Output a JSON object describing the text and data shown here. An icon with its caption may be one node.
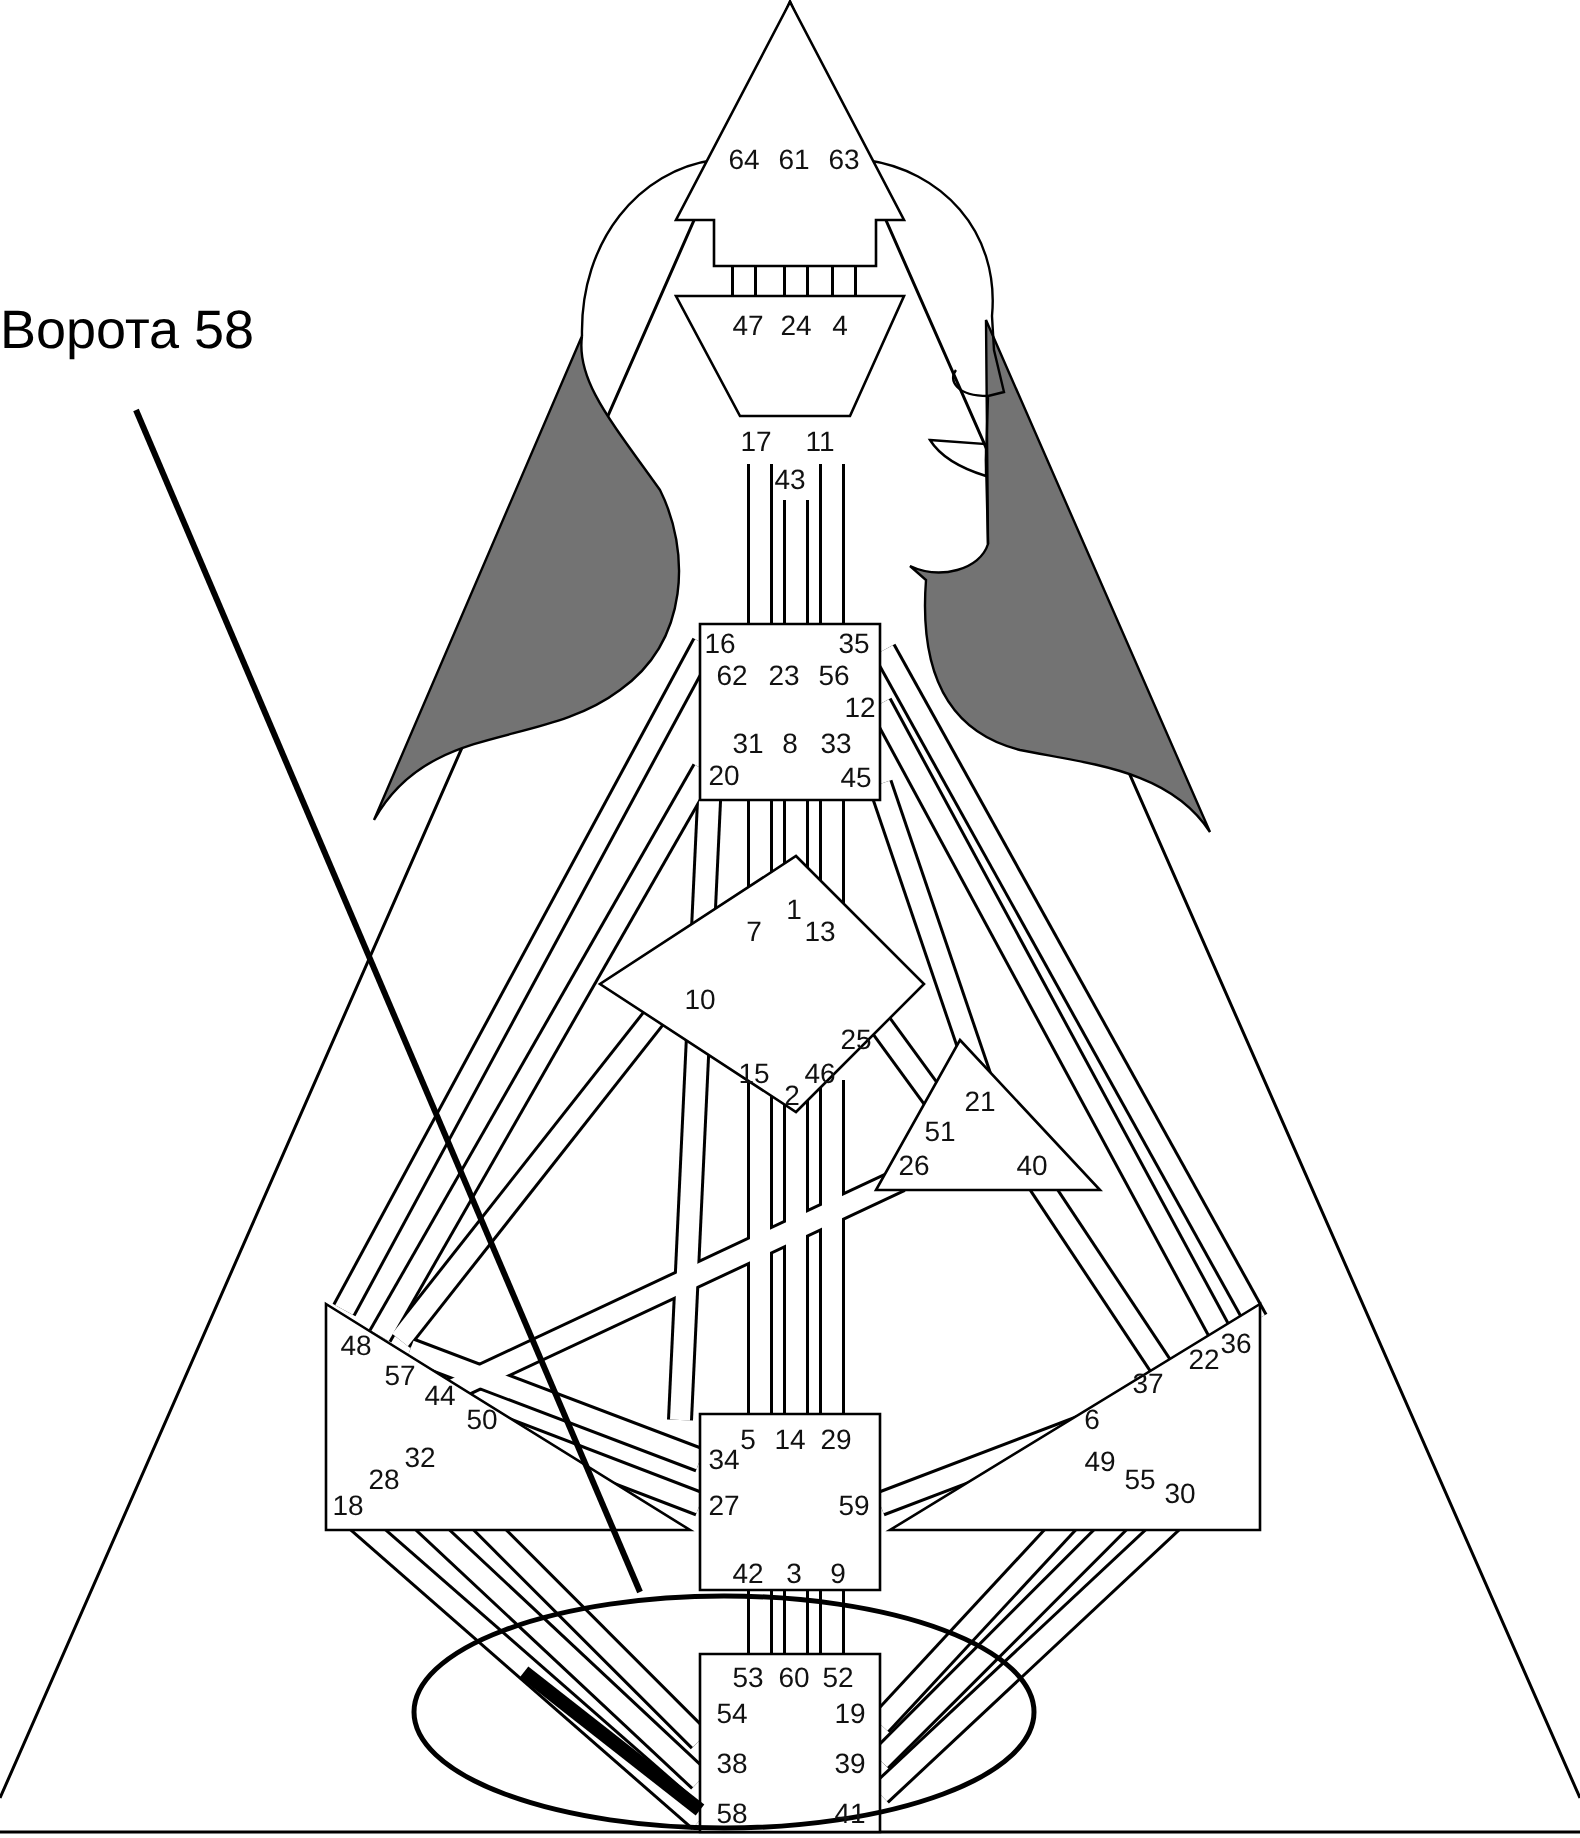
{
  "diagram": {
    "nodes": [
      {
        "text": [
          "Ворота 58"
        ]
      },
      {
        "text": [],
        "shape": "circle"
      }
    ],
    "edges": [
      {
        "from": 0,
        "to": 1,
        "arrow": "none"
      }
    ],
    "labels": [
      "64",
      "61",
      "63",
      "47",
      "24",
      "4",
      "17",
      "11",
      "43",
      "16",
      "35",
      "62",
      "23",
      "56",
      "12",
      "31",
      "8",
      "33",
      "20",
      "45",
      "7",
      "1",
      "13",
      "10",
      "25",
      "15",
      "2",
      "46",
      "21",
      "51",
      "26",
      "40",
      "48",
      "36",
      "22",
      "57",
      "37",
      "44",
      "50",
      "6",
      "5",
      "14",
      "29",
      "32",
      "34",
      "49",
      "28",
      "55",
      "30",
      "18",
      "27",
      "59",
      "42",
      "3",
      "9",
      "53",
      "60",
      "52",
      "54",
      "19",
      "38",
      "39",
      "58",
      "41"
    ]
  }
}
